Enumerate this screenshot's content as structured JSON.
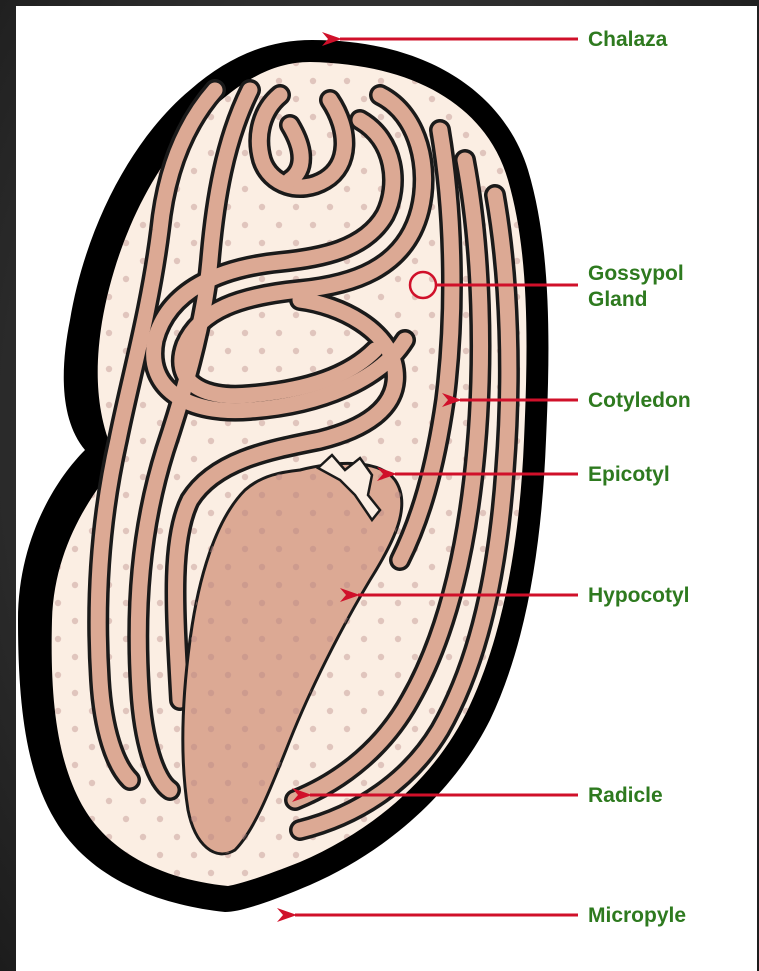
{
  "labels": {
    "chalaza": "Chalaza",
    "gossypol_line1": "Gossypol",
    "gossypol_line2": "Gland",
    "cotyledon": "Cotyledon",
    "epicotyl": "Epicotyl",
    "hypocotyl": "Hypocotyl",
    "radicle": "Radicle",
    "micropyle": "Micropyle"
  },
  "colors": {
    "label_text": "#2e7a1f",
    "pointer": "#d0102a",
    "seed_coat": "#000000",
    "endosperm": "#fbeee3",
    "tissue": "#dca994",
    "gland_dot": "#b98a86"
  }
}
